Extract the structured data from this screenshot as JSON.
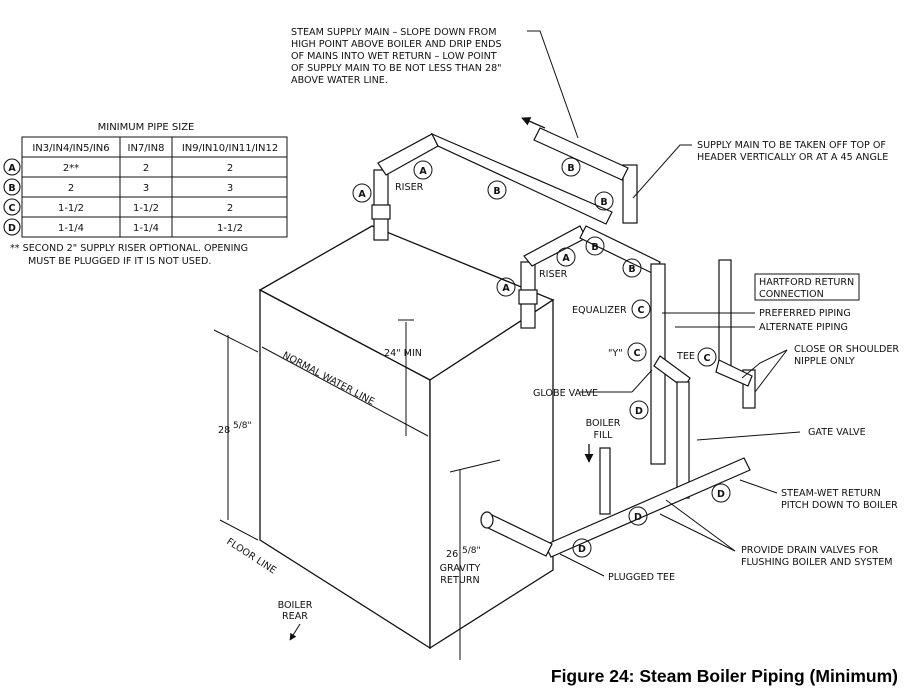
{
  "caption": "Figure 24: Steam Boiler Piping (Minimum)",
  "table": {
    "title": "MINIMUM PIPE SIZE",
    "headers": [
      "IN3/IN4/IN5/IN6",
      "IN7/IN8",
      "IN9/IN10/IN11/IN12"
    ],
    "rows": [
      {
        "key": "A",
        "values": [
          "2**",
          "2",
          "2"
        ]
      },
      {
        "key": "B",
        "values": [
          "2",
          "3",
          "3"
        ]
      },
      {
        "key": "C",
        "values": [
          "1-1/2",
          "1-1/2",
          "2"
        ]
      },
      {
        "key": "D",
        "values": [
          "1-1/4",
          "1-1/4",
          "1-1/2"
        ]
      }
    ],
    "note_line1": "**  SECOND 2\" SUPPLY RISER OPTIONAL. OPENING",
    "note_line2": "MUST BE PLUGGED IF IT IS NOT USED."
  },
  "labels": {
    "steam_supply_main": [
      "STEAM SUPPLY MAIN – SLOPE DOWN FROM",
      "HIGH POINT ABOVE BOILER AND DRIP ENDS",
      "OF MAINS INTO WET RETURN – LOW POINT",
      "OF SUPPLY MAIN TO BE NOT LESS THAN 28\"",
      "ABOVE WATER LINE."
    ],
    "supply_main_takeoff": [
      "SUPPLY MAIN TO BE TAKEN OFF TOP OF",
      "HEADER VERTICALLY OR AT A 45  ANGLE"
    ],
    "hartford": [
      "HARTFORD RETURN",
      "CONNECTION"
    ],
    "preferred_piping": "PREFERRED PIPING",
    "alternate_piping": "ALTERNATE PIPING",
    "close_nipple": [
      "CLOSE OR SHOULDER",
      "NIPPLE ONLY"
    ],
    "gate_valve": "GATE VALVE",
    "steam_wet_return": [
      "STEAM-WET RETURN",
      "PITCH DOWN TO BOILER"
    ],
    "drain_valves": [
      "PROVIDE DRAIN VALVES FOR",
      "FLUSHING BOILER AND SYSTEM"
    ],
    "plugged_tee": "PLUGGED TEE",
    "riser_upper": "RISER",
    "riser_lower": "RISER",
    "equalizer": "EQUALIZER",
    "y_fitting": "\"Y\"",
    "tee": "TEE",
    "globe_valve": "GLOBE VALVE",
    "boiler_fill": [
      "BOILER",
      "FILL"
    ],
    "min_24": "24\" MIN",
    "normal_water_line": "NORMAL WATER LINE",
    "height_28": "28",
    "height_28_frac": "5/8\"",
    "height_26": "26",
    "height_26_frac": "5/8\"",
    "gravity_return": [
      "GRAVITY",
      "RETURN"
    ],
    "floor_line": "FLOOR LINE",
    "boiler_rear": [
      "BOILER",
      "REAR"
    ]
  }
}
